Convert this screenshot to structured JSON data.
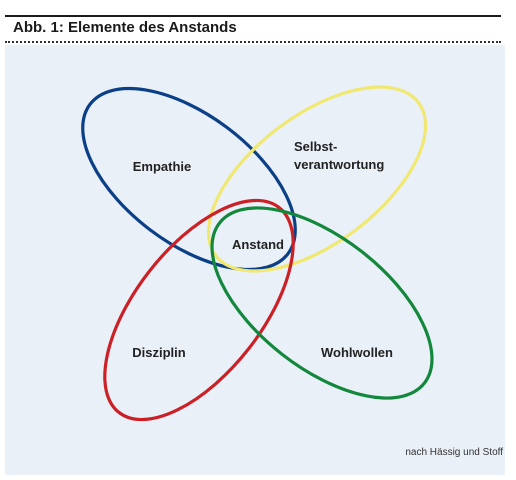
{
  "title": "Abb. 1: Elemente des Anstands",
  "source_note": "nach Hässig und Stoff",
  "diagram": {
    "center_label": "Anstand",
    "ellipses": [
      {
        "id": "blue",
        "label": "Empathie",
        "color": "#0b3f86"
      },
      {
        "id": "yellow",
        "label_lines": [
          "Selbst-",
          "verantwortung"
        ],
        "color": "#f0e870"
      },
      {
        "id": "red",
        "label": "Disziplin",
        "color": "#cc2027"
      },
      {
        "id": "green",
        "label": "Wohlwollen",
        "color": "#13873b"
      }
    ]
  }
}
